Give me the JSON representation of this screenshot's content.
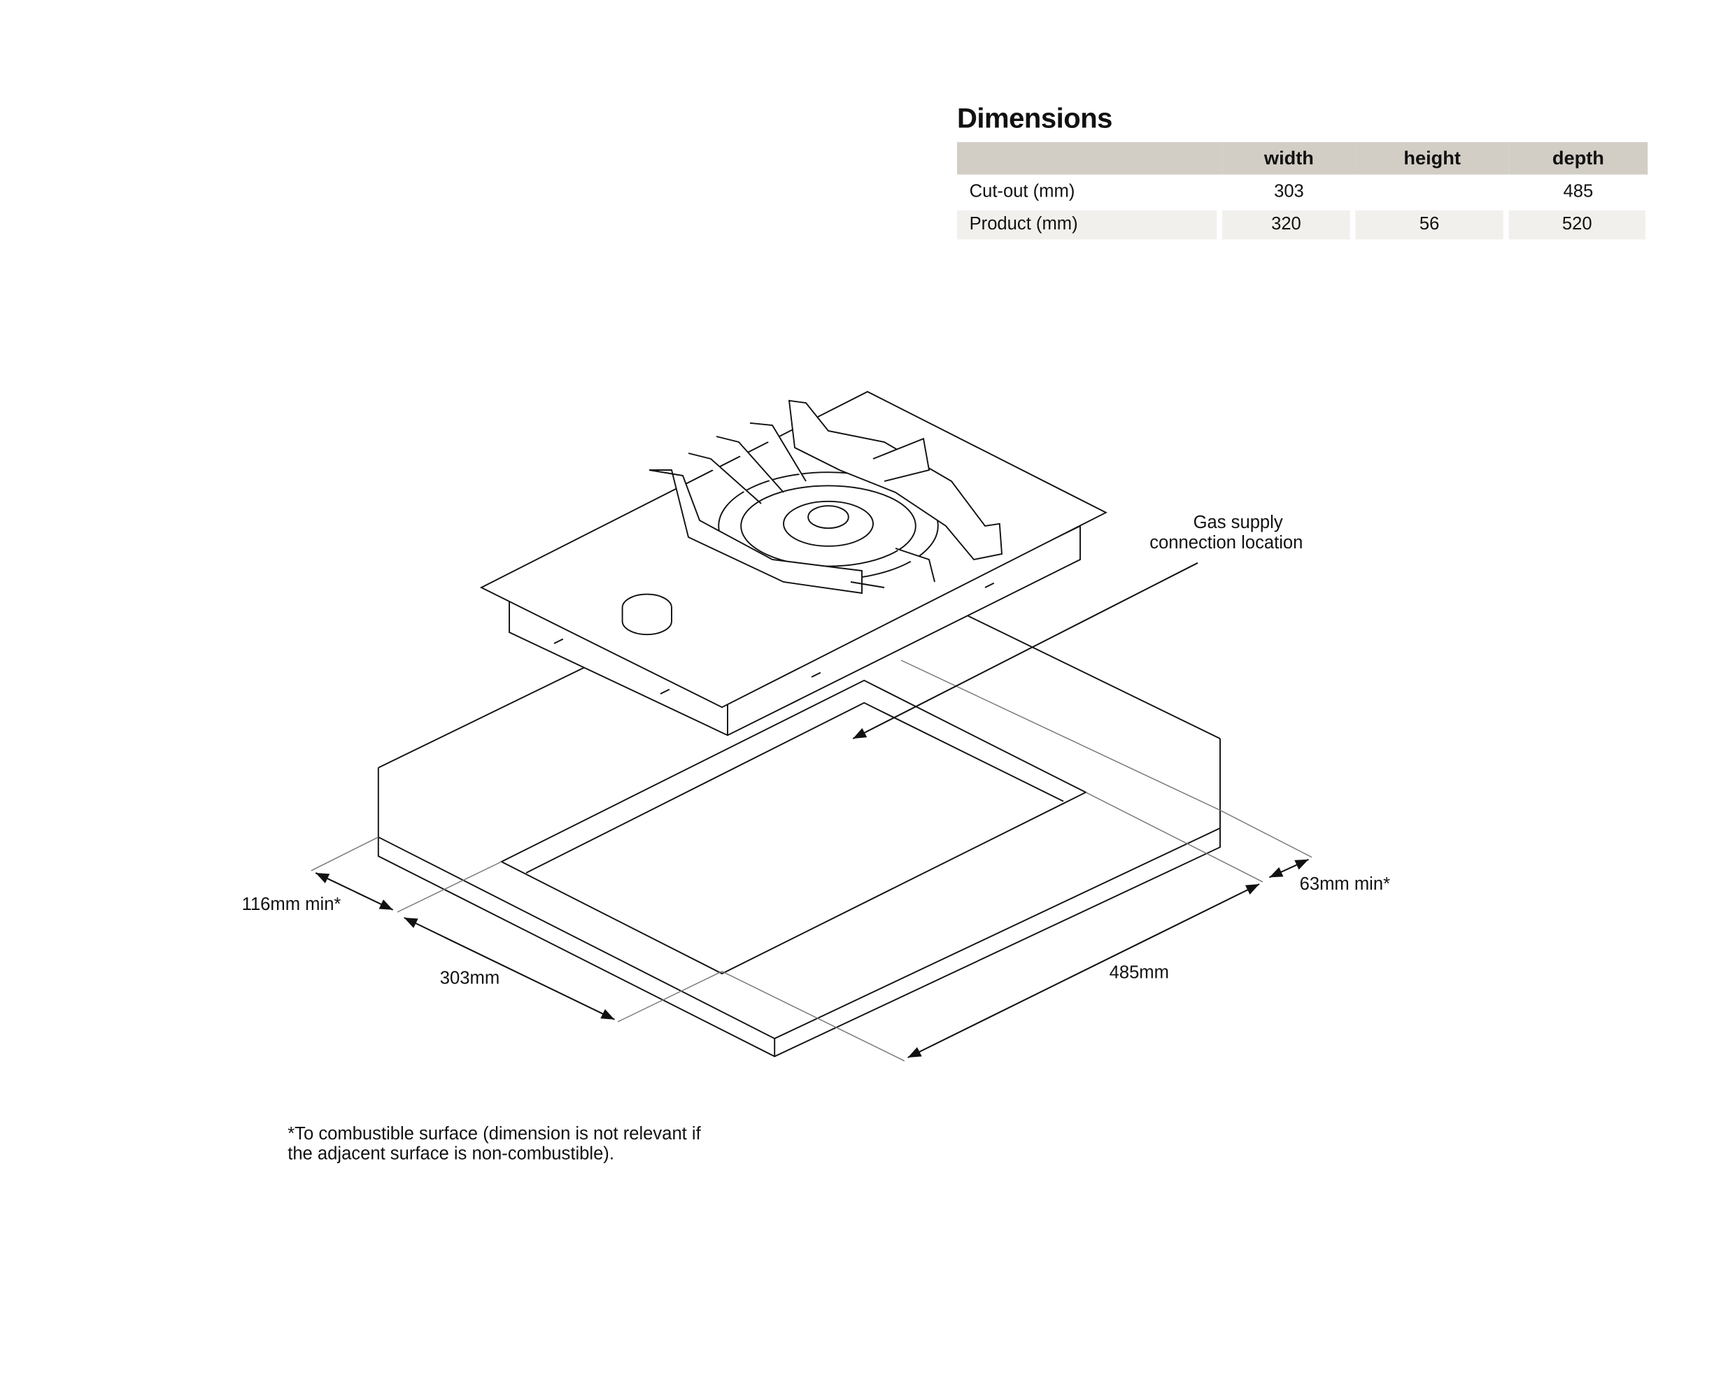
{
  "dimensions": {
    "title": "Dimensions",
    "columns": [
      "",
      "width",
      "height",
      "depth"
    ],
    "rows": [
      {
        "label": "Cut-out (mm)",
        "width": "303",
        "height": "",
        "depth": "485"
      },
      {
        "label": "Product (mm)",
        "width": "320",
        "height": "56",
        "depth": "520"
      }
    ]
  },
  "diagram": {
    "gas_label_line1": "Gas supply",
    "gas_label_line2": "connection location",
    "dim_left_clearance": "116mm min*",
    "dim_right_clearance": "63mm min*",
    "dim_cutout_width": "303mm",
    "dim_cutout_depth": "485mm"
  },
  "footnote": "*To combustible surface (dimension is not relevant if the adjacent surface is non-combustible).",
  "colors": {
    "header_bg": "#d2cdc5",
    "row_bg": "#f1f0ec",
    "line": "#111111"
  }
}
